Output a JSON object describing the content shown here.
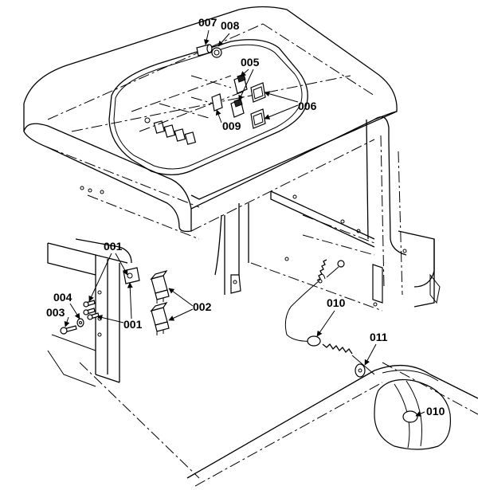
{
  "callouts": {
    "c001": "001",
    "c002": "002",
    "c003": "003",
    "c004": "004",
    "c005": "005",
    "c006": "006",
    "c007": "007",
    "c008": "008",
    "c009": "009",
    "c010": "010",
    "c011": "011"
  }
}
